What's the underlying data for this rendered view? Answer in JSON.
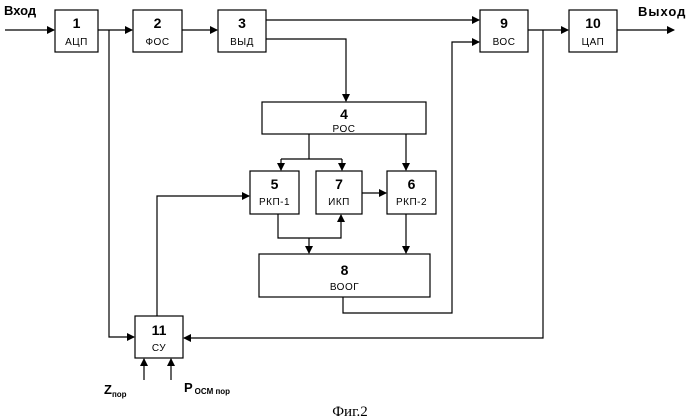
{
  "input_label": "Вход",
  "output_label": "Выход",
  "blocks": {
    "b1": {
      "num": "1",
      "label": "АЦП"
    },
    "b2": {
      "num": "2",
      "label": "ФОС"
    },
    "b3": {
      "num": "3",
      "label": "ВЫД"
    },
    "b4": {
      "num": "4",
      "label": "РОС"
    },
    "b5": {
      "num": "5",
      "label": "РКП-1"
    },
    "b6": {
      "num": "6",
      "label": "РКП-2"
    },
    "b7": {
      "num": "7",
      "label": "ИКП"
    },
    "b8": {
      "num": "8",
      "label": "ВООГ"
    },
    "b9": {
      "num": "9",
      "label": "ВОС"
    },
    "b10": {
      "num": "10",
      "label": "ЦАП"
    },
    "b11": {
      "num": "11",
      "label": "СУ"
    }
  },
  "thresholds": {
    "z_main": "Z",
    "z_sub": "пор",
    "p_main": "P",
    "p_sub": "ОСМ пор"
  },
  "caption": "Фиг.2"
}
